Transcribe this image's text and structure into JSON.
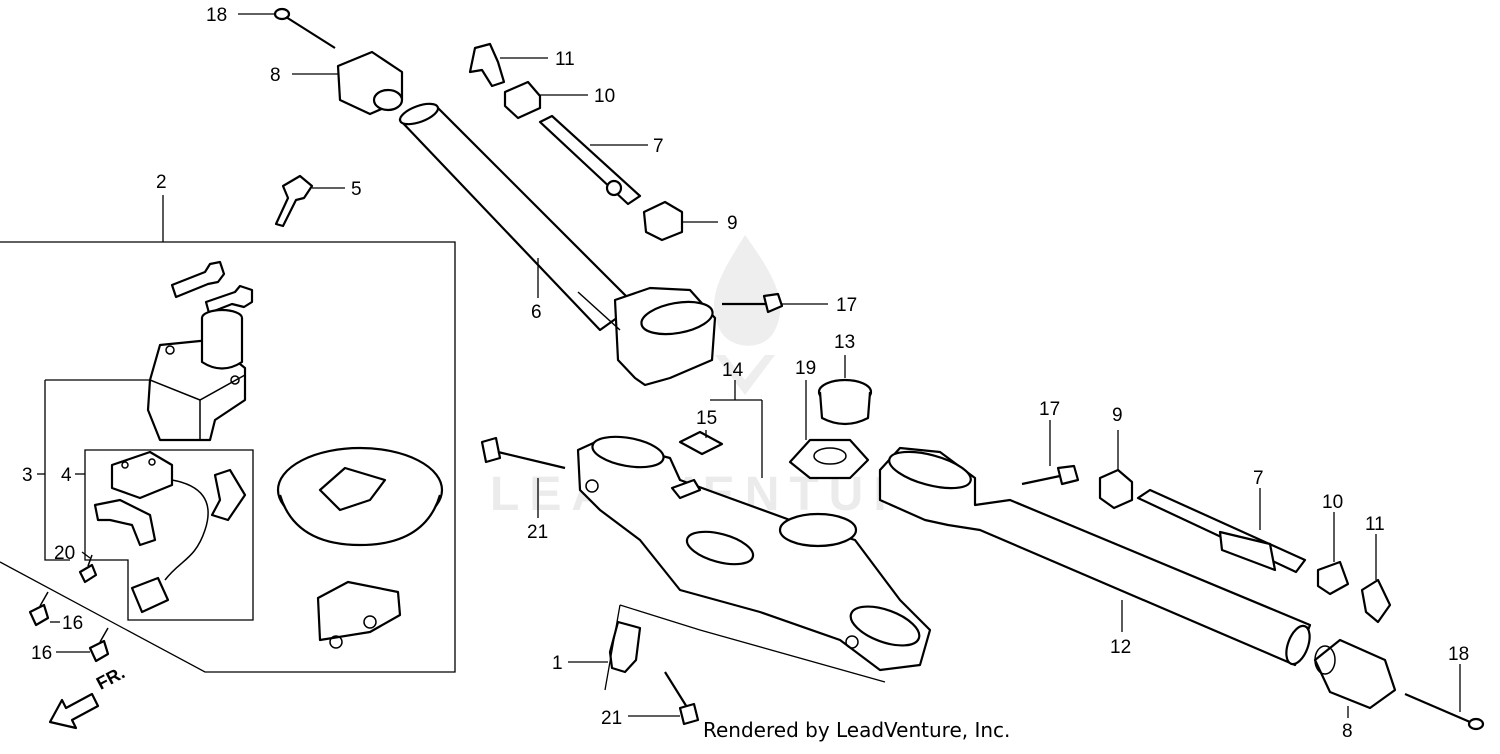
{
  "watermark": "LEADVENTURE",
  "credit": "Rendered by LeadVenture, Inc.",
  "direction_label": "FR.",
  "callouts": {
    "c1": "1",
    "c2": "2",
    "c3": "3",
    "c4": "4",
    "c5": "5",
    "c6": "6",
    "c7a": "7",
    "c7b": "7",
    "c8a": "8",
    "c8b": "8",
    "c9a": "9",
    "c9b": "9",
    "c10a": "10",
    "c10b": "10",
    "c11a": "11",
    "c11b": "11",
    "c12": "12",
    "c13": "13",
    "c14": "14",
    "c15": "15",
    "c16a": "16",
    "c16b": "16",
    "c17a": "17",
    "c17b": "17",
    "c18a": "18",
    "c18b": "18",
    "c19": "19",
    "c20": "20",
    "c21a": "21",
    "c21b": "21"
  }
}
